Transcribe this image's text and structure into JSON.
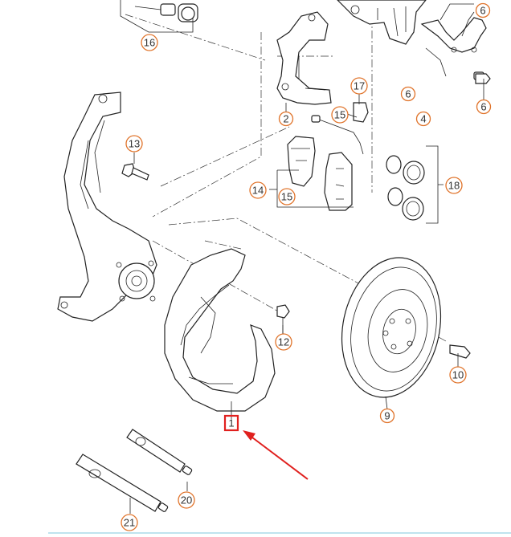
{
  "callouts": {
    "c1": "1",
    "c2": "2",
    "c4": "4",
    "c6a": "6",
    "c6b": "6",
    "c6c": "6",
    "c9": "9",
    "c10": "10",
    "c12": "12",
    "c13": "13",
    "c14": "14",
    "c15a": "15",
    "c15b": "15",
    "c16": "16",
    "c17": "17",
    "c18": "18",
    "c20": "20",
    "c21": "21"
  },
  "colors": {
    "callout_ring": "#e0732a",
    "highlight": "#e0201e",
    "line": "#222222"
  },
  "highlighted_part": "1"
}
